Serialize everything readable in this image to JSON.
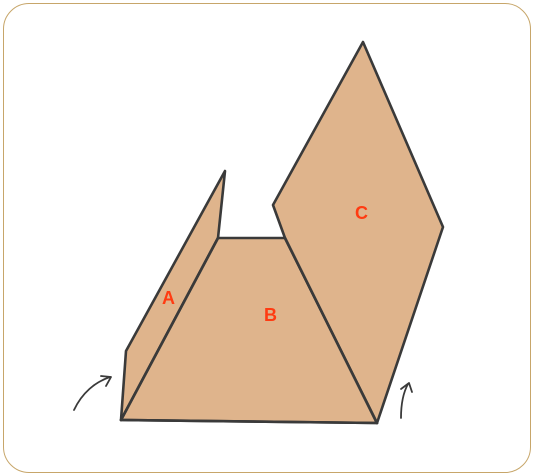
{
  "labels": {
    "a": "A",
    "b": "B",
    "c": "C"
  },
  "colors": {
    "face_fill": "#dfb48c",
    "edge_stroke": "#3a3a3a",
    "label_color": "#ff3b12",
    "frame_border": "#c7a66a"
  }
}
